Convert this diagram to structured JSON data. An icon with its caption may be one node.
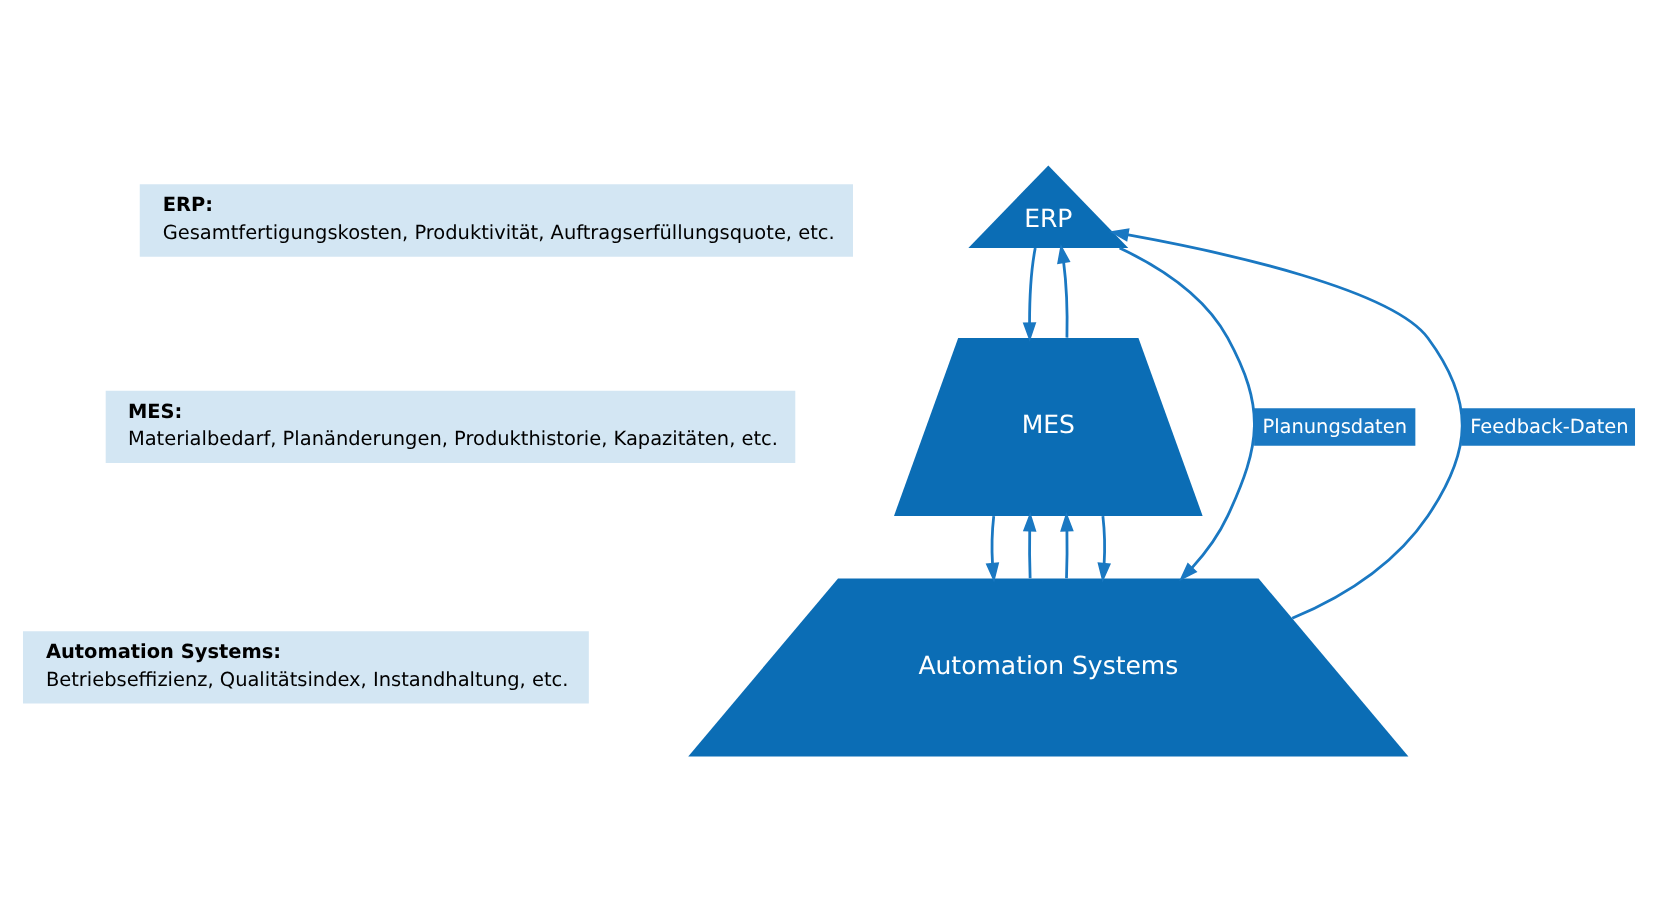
{
  "diagram": {
    "nodes": [
      {
        "text": [
          "ERP:",
          "Gesamtfertigungskosten, Produktivität, Auftragserfüllungsquote, etc."
        ]
      },
      {
        "text": [
          "MES:",
          "Materialbedarf, Planänderungen, Produkthistorie, Kapazitäten, etc."
        ]
      },
      {
        "text": [
          "Automation Systems:",
          "Betriebseffizienz, Qualitätsindex, Instandhaltung, etc."
        ]
      },
      {
        "text": [
          "ERP"
        ]
      },
      {
        "text": [
          "MES"
        ]
      },
      {
        "text": [
          "Automation Systems"
        ]
      }
    ],
    "edges": [
      {
        "from": 3,
        "to": 4,
        "arrow": "to"
      },
      {
        "from": 4,
        "to": 3,
        "arrow": "to"
      },
      {
        "from": 5,
        "to": 4,
        "arrow": "to"
      },
      {
        "from": 4,
        "to": 5,
        "arrow": "to"
      },
      {
        "from": 5,
        "to": 4,
        "arrow": "to"
      },
      {
        "from": 4,
        "to": 5,
        "arrow": "to"
      },
      {
        "from": 3,
        "to": 5,
        "arrow": "to",
        "label": "Planungsdaten"
      },
      {
        "from": 5,
        "to": 3,
        "arrow": "to",
        "label": "Feedback-Daten"
      }
    ]
  }
}
